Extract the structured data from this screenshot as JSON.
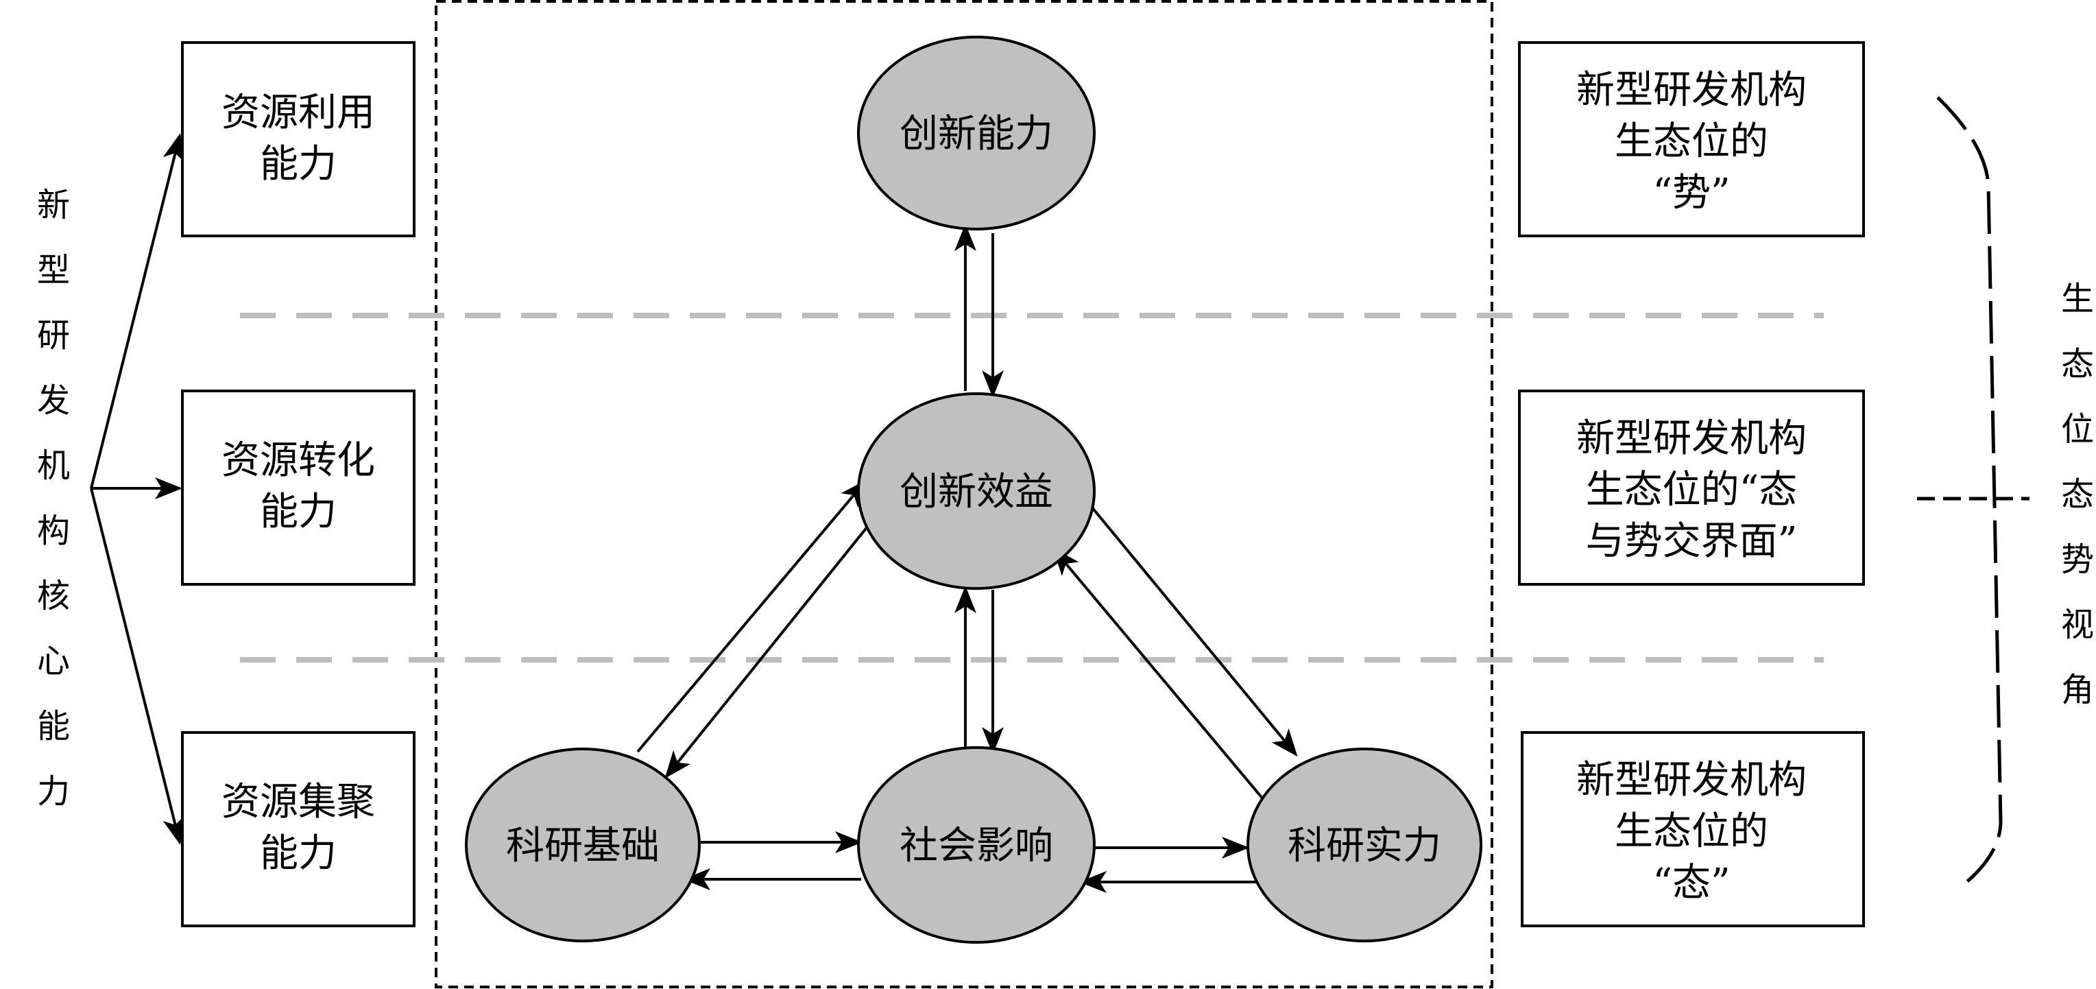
{
  "left_vertical_label": [
    "新",
    "型",
    "研",
    "发",
    "机",
    "构",
    "核",
    "心",
    "能",
    "力"
  ],
  "right_vertical_label": [
    "生",
    "态",
    "位",
    "态",
    "势",
    "视",
    "角"
  ],
  "capabilities": [
    {
      "lines": [
        "资源利用",
        "能力"
      ]
    },
    {
      "lines": [
        "资源转化",
        "能力"
      ]
    },
    {
      "lines": [
        "资源集聚",
        "能力"
      ]
    }
  ],
  "nodes": {
    "innovation_ability": "创新能力",
    "innovation_benefit": "创新效益",
    "research_foundation": "科研基础",
    "social_influence": "社会影响",
    "research_strength": "科研实力"
  },
  "niche_boxes": [
    {
      "lines": [
        "新型研发机构",
        "生态位的",
        "“势”"
      ]
    },
    {
      "lines": [
        "新型研发机构",
        "生态位的“态",
        "与势交界面”"
      ]
    },
    {
      "lines": [
        "新型研发机构",
        "生态位的",
        "“态”"
      ]
    }
  ]
}
